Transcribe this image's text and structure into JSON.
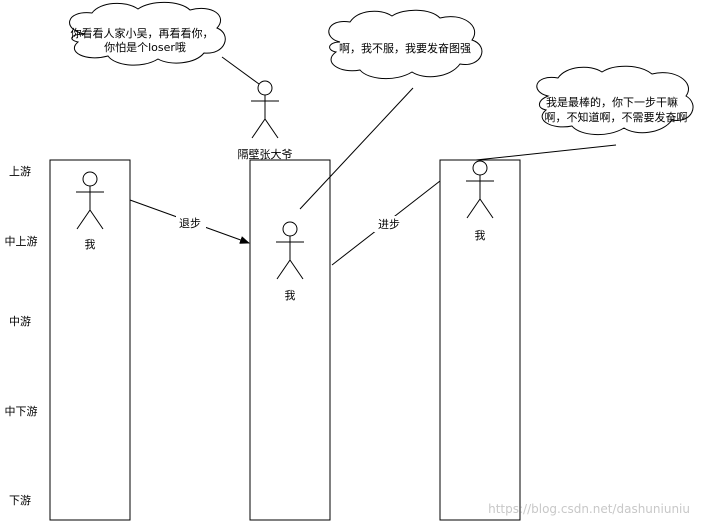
{
  "levels": [
    "上游",
    "中上游",
    "中游",
    "中下游",
    "下游"
  ],
  "figures": {
    "me_left": "我",
    "me_middle": "我",
    "me_right": "我",
    "neighbor": "隔壁张大爷"
  },
  "arrows": {
    "retreat": "退步",
    "advance": "进步"
  },
  "bubbles": {
    "neighbor_line1": "你看看人家小吴，再看看你，",
    "neighbor_line2": "你怕是个loser哦",
    "middle_line1": "啊，我不服，我要发奋图强",
    "right_line1": "我是最棒的，你下一步干嘛",
    "right_line2": "啊，不知道啊，不需要发奋啊"
  },
  "watermark": "https://blog.csdn.net/dashuniuniu"
}
